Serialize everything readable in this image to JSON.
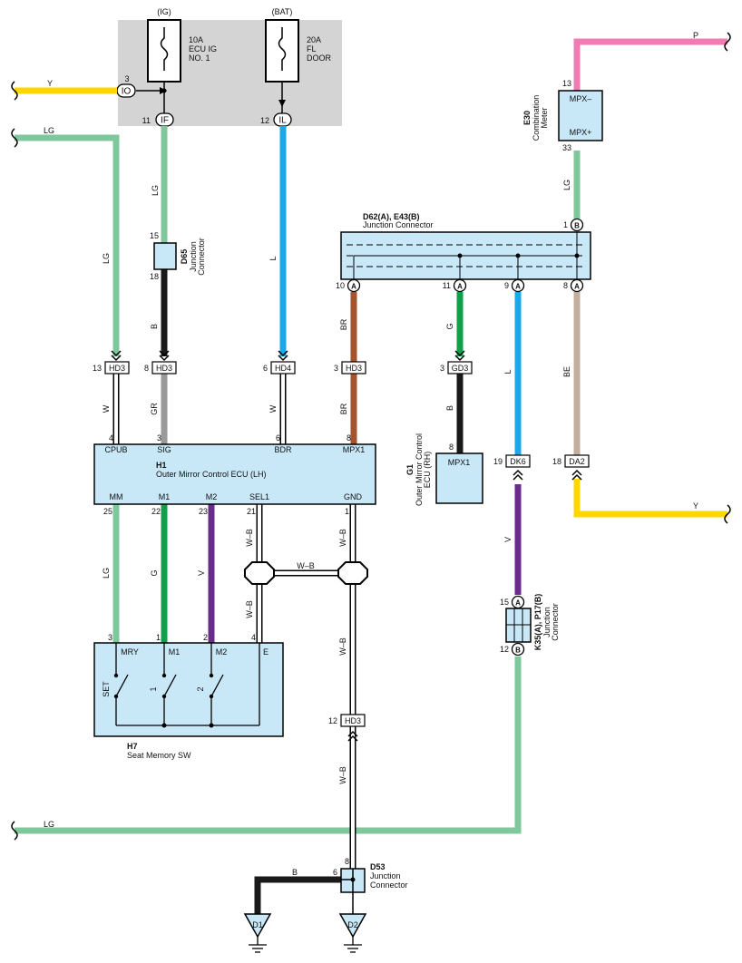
{
  "fuse_box": {
    "ig_label": "(IG)",
    "bat_label": "(BAT)",
    "fuse1": {
      "rating": "10A",
      "line2": "ECU IG",
      "line3": "NO. 1"
    },
    "fuse2": {
      "rating": "20A",
      "line2": "FL",
      "line3": "DOOR"
    },
    "terminals": [
      {
        "pin": "3",
        "name": "IO"
      },
      {
        "pin": "11",
        "name": "IF"
      },
      {
        "pin": "12",
        "name": "IL"
      }
    ]
  },
  "wire_colors": {
    "Y": "#FFD700",
    "LG": "#7FC89B",
    "L": "#1CA8E8",
    "B": "#1A1A1A",
    "BR": "#A5522E",
    "G": "#129F4C",
    "BE": "#C2AE9E",
    "V": "#6A2C8C",
    "P": "#F07CB4",
    "GR": "#9A9A9A",
    "W": "#FFFFFF",
    "W-B": "#FFFFFF",
    "component_fill": "#C8E8F8",
    "fuse_box_fill": "#D4D4D4"
  },
  "wires": {
    "y_top": "Y",
    "lg_left": "LG",
    "lg_if": "LG",
    "l_il": "L",
    "b_d65": "B",
    "br": "BR",
    "g": "G",
    "l_dk6": "L",
    "be": "BE",
    "lg_e30": "LG",
    "p": "P",
    "y_right": "Y",
    "w_cpub": "W",
    "gr_sig": "GR",
    "w_bdr": "W",
    "br_mpx1": "BR",
    "b_g1": "B",
    "v_k35": "V",
    "lg_mm": "LG",
    "g_m1": "G",
    "v_m2": "V",
    "wb_1": "W–B",
    "wb_2": "W–B",
    "wb_h": "W–B",
    "wb_3": "W–B",
    "wb_4": "W–B",
    "wb_5": "W–B",
    "lg_bottom": "LG",
    "b_d53": "B"
  },
  "d65": {
    "id": "D65",
    "line1": "Junction",
    "line2": "Connector",
    "pin_top": "15",
    "pin_bottom": "18"
  },
  "d62": {
    "id": "D62(A), E43(B)",
    "title": "Junction Connector",
    "pin_top": "1",
    "pins": [
      "10",
      "11",
      "9",
      "8"
    ],
    "pin_letters": [
      "A",
      "A",
      "A",
      "A"
    ],
    "top_letter": "B"
  },
  "e30": {
    "id": "E30",
    "line1": "Combination",
    "line2": "Meter",
    "top_pin": "13",
    "bottom_pin": "33",
    "mpx_minus": "MPX–",
    "mpx_plus": "MPX+"
  },
  "hd_row": [
    {
      "pin": "13",
      "name": "HD3"
    },
    {
      "pin": "8",
      "name": "HD3"
    },
    {
      "pin": "6",
      "name": "HD4"
    },
    {
      "pin": "3",
      "name": "HD3"
    },
    {
      "pin": "3",
      "name": "GD3"
    }
  ],
  "h1": {
    "id": "H1",
    "title": "Outer Mirror Control ECU (LH)",
    "top_pins": [
      {
        "pin": "4",
        "label": "CPUB"
      },
      {
        "pin": "3",
        "label": "SIG"
      },
      {
        "pin": "6",
        "label": "BDR"
      },
      {
        "pin": "8",
        "label": "MPX1"
      }
    ],
    "bottom_pins": [
      {
        "pin": "25",
        "label": "MM"
      },
      {
        "pin": "22",
        "label": "M1"
      },
      {
        "pin": "23",
        "label": "M2"
      },
      {
        "pin": "21",
        "label": "SEL1"
      },
      {
        "pin": "1",
        "label": "GND"
      }
    ]
  },
  "g1": {
    "id": "G1",
    "line1": "Outer Mirror Control",
    "line2": "ECU (RH)",
    "pin": "8",
    "label": "MPX1"
  },
  "dk6": {
    "pin": "19",
    "name": "DK6"
  },
  "da2": {
    "pin": "18",
    "name": "DA2"
  },
  "k35": {
    "id": "K35(A), P17(B)",
    "line1": "Junction",
    "line2": "Connector",
    "pin_top": "15",
    "letter_top": "A",
    "pin_bottom": "12",
    "letter_bottom": "B"
  },
  "h7": {
    "id": "H7",
    "title": "Seat Memory SW",
    "pins": [
      {
        "pin": "3",
        "label": "MRY"
      },
      {
        "pin": "1",
        "label": "M1"
      },
      {
        "pin": "2",
        "label": "M2"
      },
      {
        "pin": "4",
        "label": "E"
      }
    ],
    "switches": [
      "SET",
      "1",
      "2"
    ]
  },
  "hd_bottom": {
    "pin": "12",
    "name": "HD3"
  },
  "d53": {
    "id": "D53",
    "line1": "Junction",
    "line2": "Connector",
    "pin_top": "8",
    "pin_left": "6"
  },
  "grounds": [
    "D1",
    "D2"
  ]
}
